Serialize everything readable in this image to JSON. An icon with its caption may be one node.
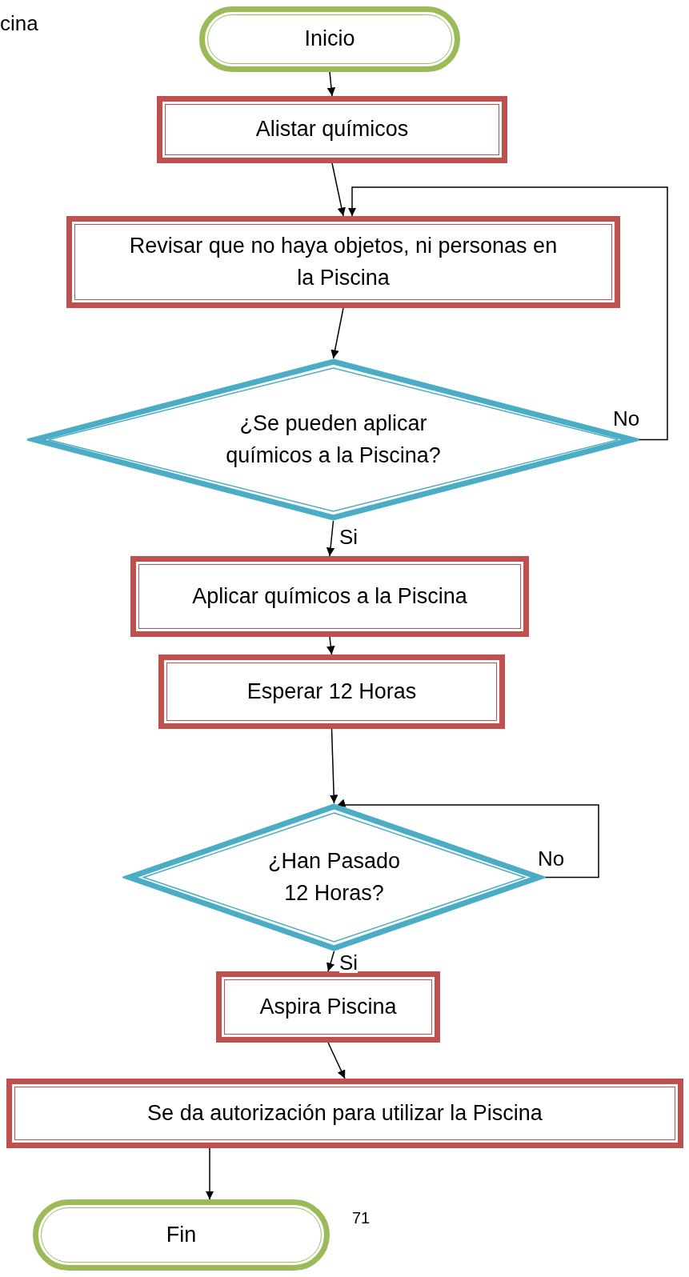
{
  "diagram": {
    "nodes": [
      {
        "text": [
          "Inicio"
        ]
      },
      {
        "text": [
          "Alistar químicos"
        ]
      },
      {
        "text": [
          "Revisar que no haya objetos, ni personas en la Piscina"
        ]
      },
      {
        "text": [
          "¿Se pueden aplicar químicos a la Piscina?"
        ]
      },
      {
        "text": [
          "Aplicar químicos a la Piscina"
        ]
      },
      {
        "text": [
          "Esperar 12 Horas"
        ]
      },
      {
        "text": [
          "¿Han Pasado 12 Horas?"
        ]
      },
      {
        "text": [
          "Aspira Piscina"
        ]
      },
      {
        "text": [
          "Se da autorización para utilizar la Piscina"
        ]
      },
      {
        "text": [
          "Fin"
        ]
      }
    ],
    "edges": [
      {
        "from": 0,
        "to": 1,
        "arrow": "to"
      },
      {
        "from": 1,
        "to": 2,
        "arrow": "to"
      },
      {
        "from": 2,
        "to": 3,
        "arrow": "to"
      },
      {
        "from": 3,
        "to": 2,
        "arrow": "to",
        "label": "No"
      },
      {
        "from": 3,
        "to": 4,
        "arrow": "to",
        "label": "Si"
      },
      {
        "from": 4,
        "to": 5,
        "arrow": "to"
      },
      {
        "from": 5,
        "to": 6,
        "arrow": "to"
      },
      {
        "from": 6,
        "to": 6,
        "arrow": "to",
        "label": "No"
      },
      {
        "from": 6,
        "to": 7,
        "arrow": "to",
        "label": "Si"
      },
      {
        "from": 7,
        "to": 8,
        "arrow": "to"
      },
      {
        "from": 8,
        "to": 9,
        "arrow": "to"
      }
    ],
    "labels": [
      "cina",
      "71"
    ]
  }
}
